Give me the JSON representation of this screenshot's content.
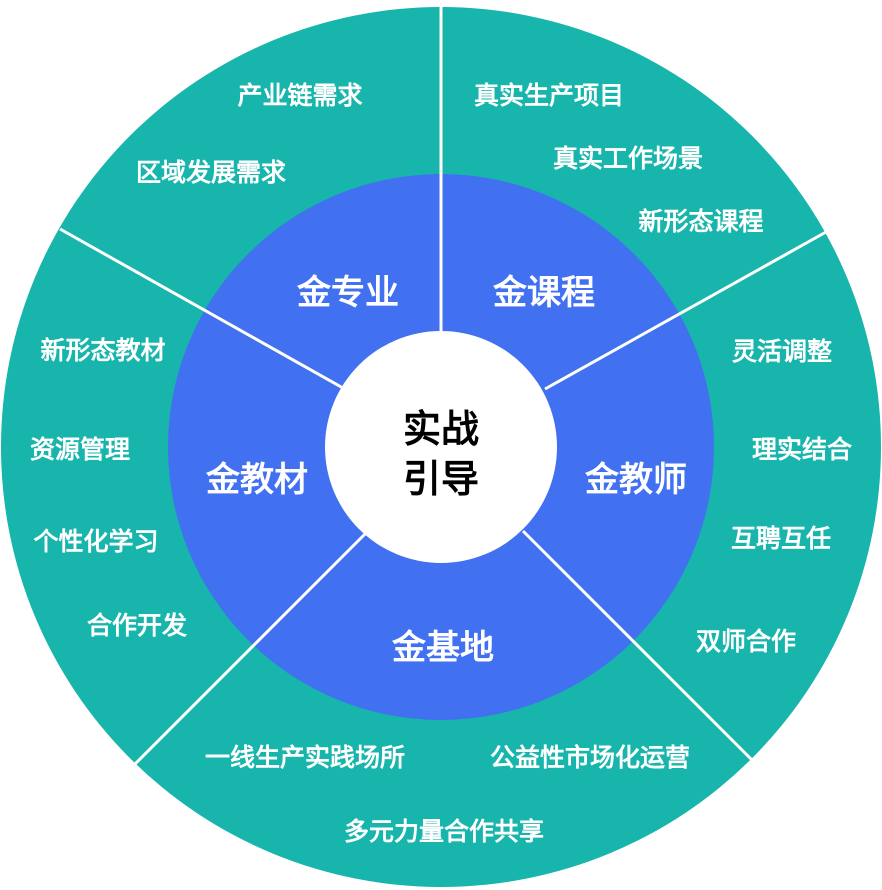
{
  "center": {
    "line1": "实战",
    "line2": "引导"
  },
  "colors": {
    "outer": "#17b5ac",
    "middle": "#4170f0",
    "center": "#ffffff",
    "divider": "#ffffff",
    "text_light": "#ffffff",
    "text_dark": "#000000"
  },
  "segments": [
    {
      "label": "金专业",
      "items": [
        "产业链需求",
        "区域发展需求"
      ]
    },
    {
      "label": "金课程",
      "items": [
        "真实生产项目",
        "真实工作场景",
        "新形态课程"
      ]
    },
    {
      "label": "金教师",
      "items": [
        "灵活调整",
        "理实结合",
        "互聘互任",
        "双师合作"
      ]
    },
    {
      "label": "金基地",
      "items": [
        "一线生产实践场所",
        "公益性市场化运营",
        "多元力量合作共享"
      ]
    },
    {
      "label": "金教材",
      "items": [
        "新形态教材",
        "资源管理",
        "个性化学习",
        "合作开发"
      ]
    }
  ]
}
